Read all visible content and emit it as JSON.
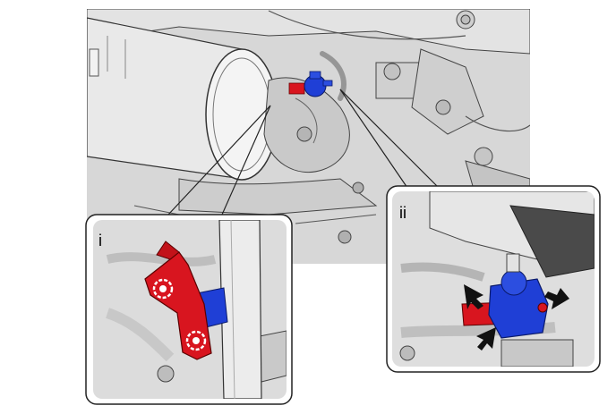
{
  "callouts": {
    "i": {
      "label": "i"
    },
    "ii": {
      "label": "ii"
    }
  },
  "colors": {
    "highlight_red": "#d8151f",
    "highlight_blue": "#1f3fd6",
    "line_art": "#333333",
    "shading_light": "#e6e6e6",
    "shading_mid": "#c8c8c8",
    "shading_dark": "#9a9a9a"
  },
  "icons": {
    "arrows": "black-pointer-arrow",
    "clamp_marks": "circled-clamp-marker"
  }
}
